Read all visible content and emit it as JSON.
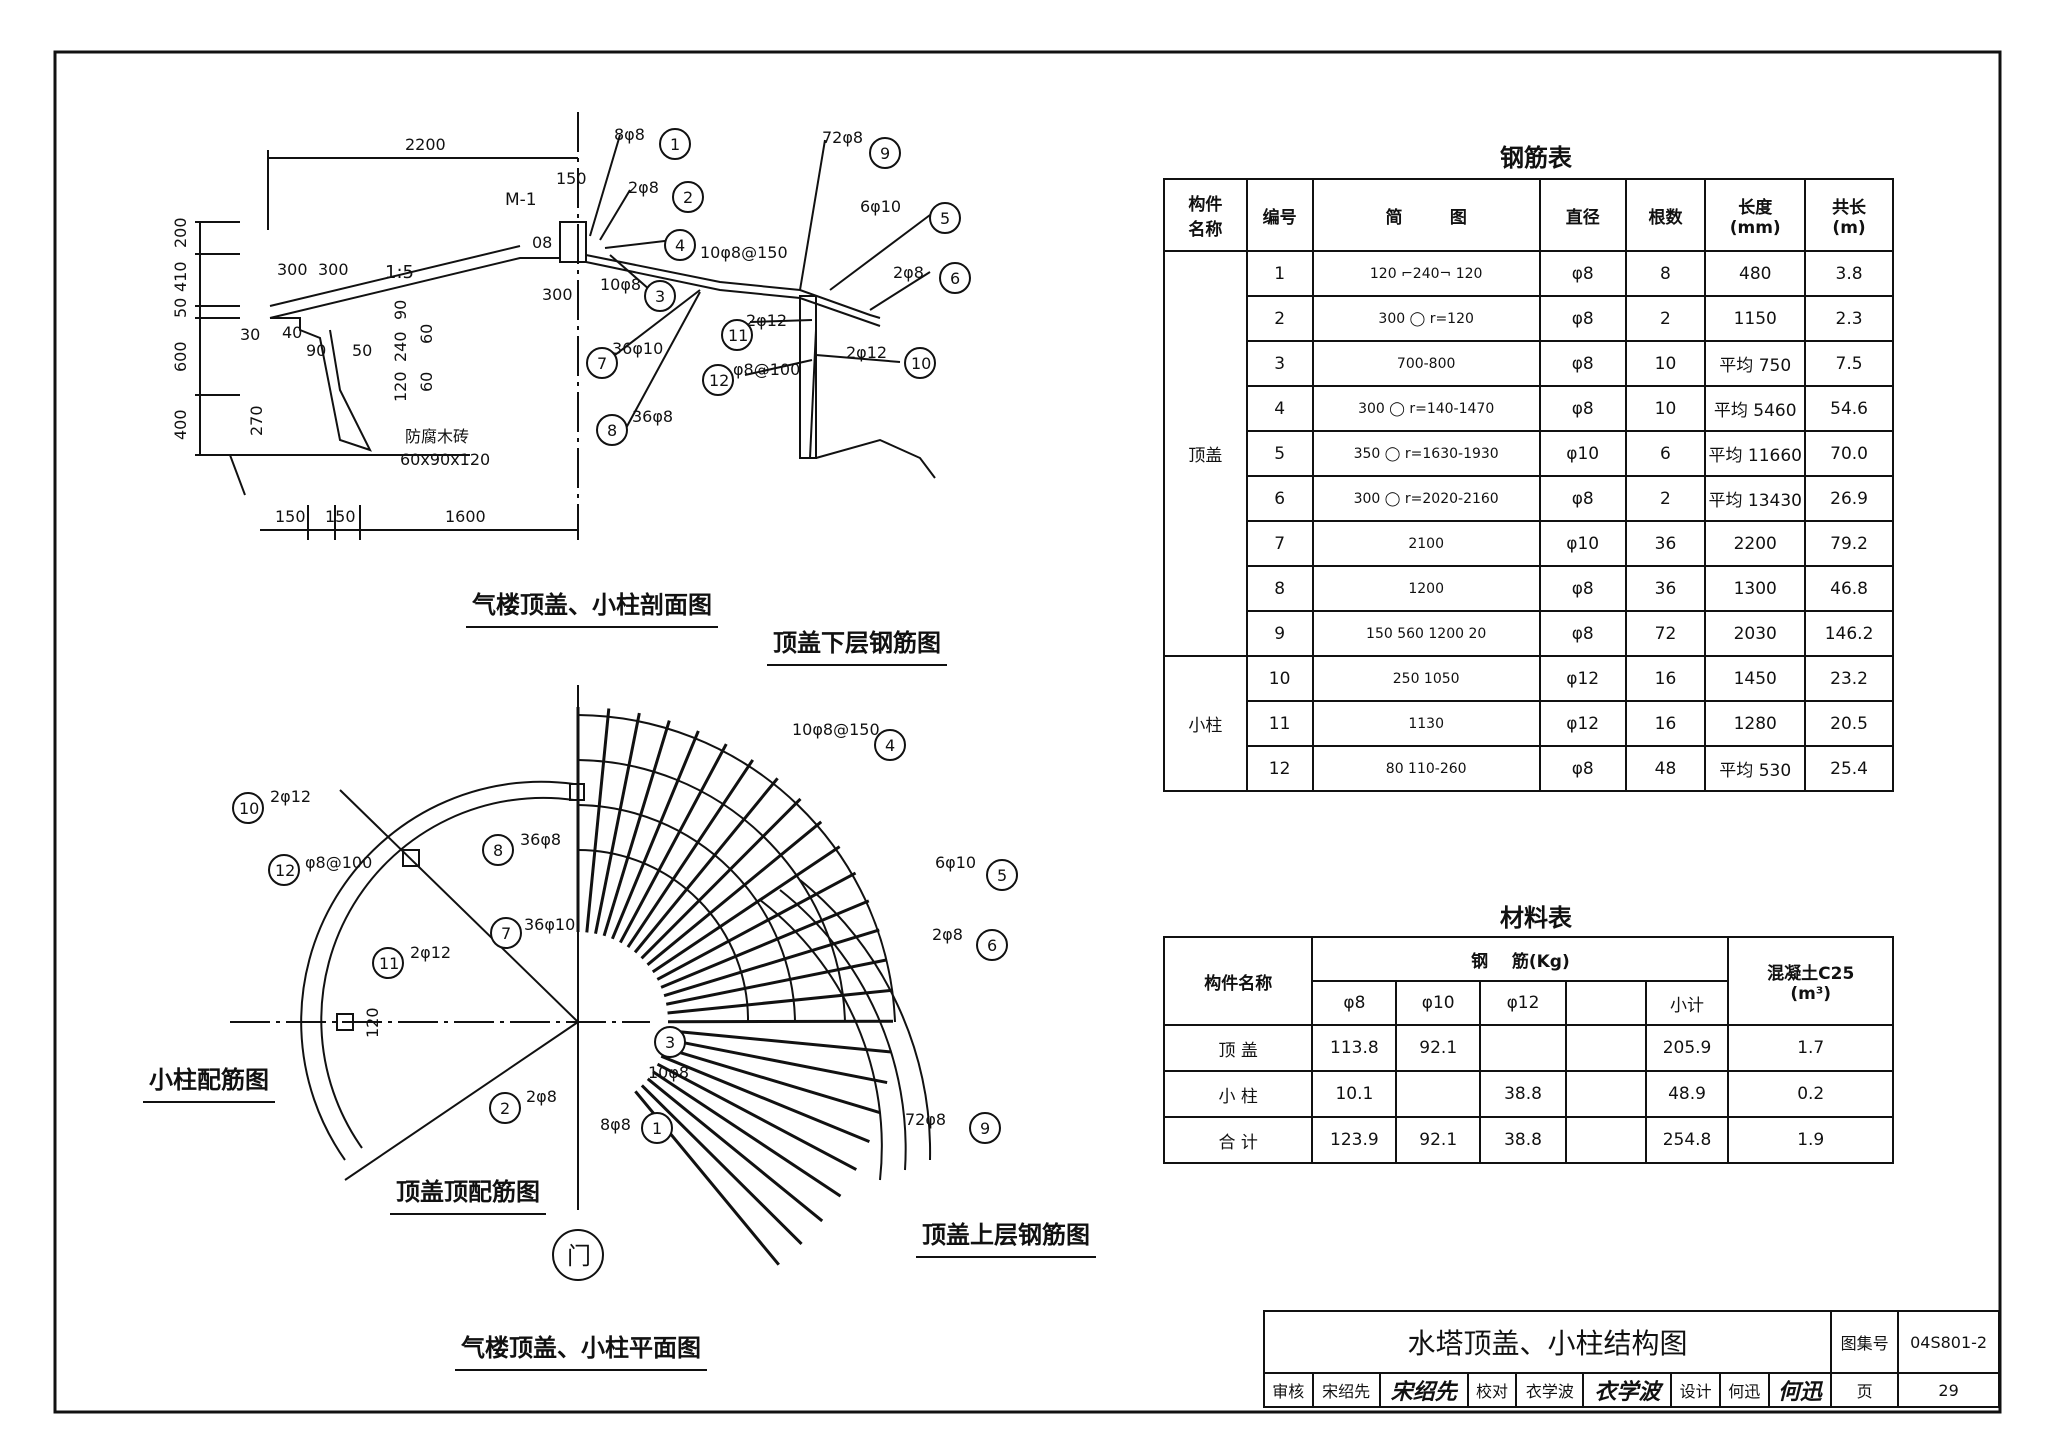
{
  "section": {
    "title": "气楼顶盖、小柱剖面图",
    "subtitle_lower": "顶盖下层钢筋图",
    "dims": [
      "2200",
      "150",
      "M-1",
      "08",
      "1:5",
      "300",
      "300",
      "300",
      "200",
      "410",
      "50",
      "600",
      "400",
      "30",
      "40",
      "90",
      "50",
      "90",
      "240",
      "60",
      "60",
      "120",
      "270",
      "150",
      "150",
      "1600"
    ],
    "material_note": "防腐木砖",
    "material_size": "60x90x120",
    "callouts": [
      "8φ8",
      "2φ8",
      "10φ8@150",
      "10φ8",
      "36φ10",
      "36φ8",
      "72φ8",
      "6φ10",
      "2φ8",
      "2φ12",
      "φ8@100",
      "2φ12"
    ]
  },
  "plan": {
    "title": "气楼顶盖、小柱平面图",
    "col_title": "小柱配筋图",
    "top_title": "顶盖顶配筋图",
    "upper_title": "顶盖上层钢筋图",
    "door": "门",
    "callouts": [
      "10φ8@150",
      "36φ8",
      "6φ10",
      "2φ8",
      "36φ10",
      "2φ12",
      "φ8@100",
      "2φ12",
      "10φ8",
      "72φ8",
      "2φ8",
      "8φ8"
    ],
    "dim_120": "120"
  },
  "markers": [
    "1",
    "2",
    "3",
    "4",
    "5",
    "6",
    "7",
    "8",
    "9",
    "10",
    "11",
    "12"
  ],
  "rebar_table": {
    "title": "钢筋表",
    "headers": [
      "构件\n名称",
      "编号",
      "简        图",
      "直径",
      "根数",
      "长度\n(mm)",
      "共长\n(m)"
    ],
    "groups": [
      {
        "name": "顶盖",
        "rows": [
          {
            "no": "1",
            "sketch": "120 ⌐240¬ 120",
            "dia": "φ8",
            "count": "8",
            "length": "480",
            "total": "3.8"
          },
          {
            "no": "2",
            "sketch": "300 ◯ r=120",
            "dia": "φ8",
            "count": "2",
            "length": "1150",
            "total": "2.3"
          },
          {
            "no": "3",
            "sketch": "700-800",
            "dia": "φ8",
            "count": "10",
            "length": "平均 750",
            "total": "7.5"
          },
          {
            "no": "4",
            "sketch": "300 ◯ r=140-1470",
            "dia": "φ8",
            "count": "10",
            "length": "平均 5460",
            "total": "54.6"
          },
          {
            "no": "5",
            "sketch": "350 ◯ r=1630-1930",
            "dia": "φ10",
            "count": "6",
            "length": "平均 11660",
            "total": "70.0"
          },
          {
            "no": "6",
            "sketch": "300 ◯ r=2020-2160",
            "dia": "φ8",
            "count": "2",
            "length": "平均 13430",
            "total": "26.9"
          },
          {
            "no": "7",
            "sketch": "2100",
            "dia": "φ10",
            "count": "36",
            "length": "2200",
            "total": "79.2"
          },
          {
            "no": "8",
            "sketch": "1200",
            "dia": "φ8",
            "count": "36",
            "length": "1300",
            "total": "46.8"
          },
          {
            "no": "9",
            "sketch": "150 560 1200 20",
            "dia": "φ8",
            "count": "72",
            "length": "2030",
            "total": "146.2"
          }
        ]
      },
      {
        "name": "小柱",
        "rows": [
          {
            "no": "10",
            "sketch": "250 1050",
            "dia": "φ12",
            "count": "16",
            "length": "1450",
            "total": "23.2"
          },
          {
            "no": "11",
            "sketch": "1130",
            "dia": "φ12",
            "count": "16",
            "length": "1280",
            "total": "20.5"
          },
          {
            "no": "12",
            "sketch": "80 110-260",
            "dia": "φ8",
            "count": "48",
            "length": "平均 530",
            "total": "25.4"
          }
        ]
      }
    ]
  },
  "material_table": {
    "title": "材料表",
    "h_member": "构件名称",
    "h_steel": "钢    筋(Kg)",
    "h_concrete": "混凝土C25",
    "h_unit": "(m³)",
    "subheads": [
      "φ8",
      "φ10",
      "φ12",
      "",
      "小计"
    ],
    "rows": [
      {
        "name": "顶 盖",
        "p8": "113.8",
        "p10": "92.1",
        "p12": "",
        "blank": "",
        "sub": "205.9",
        "conc": "1.7"
      },
      {
        "name": "小 柱",
        "p8": "10.1",
        "p10": "",
        "p12": "38.8",
        "blank": "",
        "sub": "48.9",
        "conc": "0.2"
      },
      {
        "name": "合 计",
        "p8": "123.9",
        "p10": "92.1",
        "p12": "38.8",
        "blank": "",
        "sub": "254.8",
        "conc": "1.9"
      }
    ]
  },
  "title_block": {
    "drawing_title": "水塔顶盖、小柱结构图",
    "atlas_label": "图集号",
    "atlas_no": "04S801-2",
    "review": "审核",
    "reviewer": "宋绍先",
    "reviewer_sig": "宋绍先",
    "check": "校对",
    "checker": "衣学波",
    "checker_sig": "衣学波",
    "design": "设计",
    "designer": "何迅",
    "designer_sig": "何迅",
    "page_label": "页",
    "page_no": "29"
  }
}
